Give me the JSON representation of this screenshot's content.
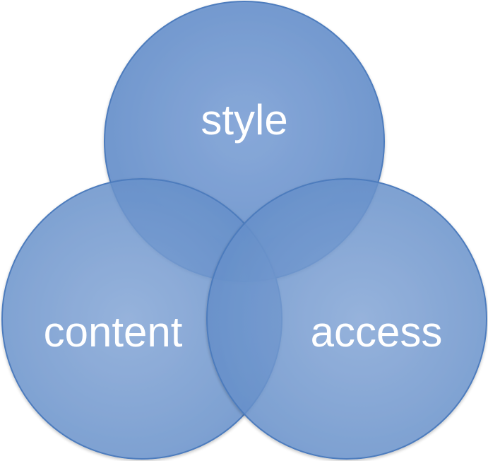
{
  "diagram": {
    "type": "venn",
    "circles": [
      {
        "id": "style",
        "label": "style"
      },
      {
        "id": "content",
        "label": "content"
      },
      {
        "id": "access",
        "label": "access"
      }
    ],
    "colors": {
      "circle_fill": "#5a87c8",
      "circle_stroke": "#4a76b6",
      "label": "#ffffff"
    }
  }
}
